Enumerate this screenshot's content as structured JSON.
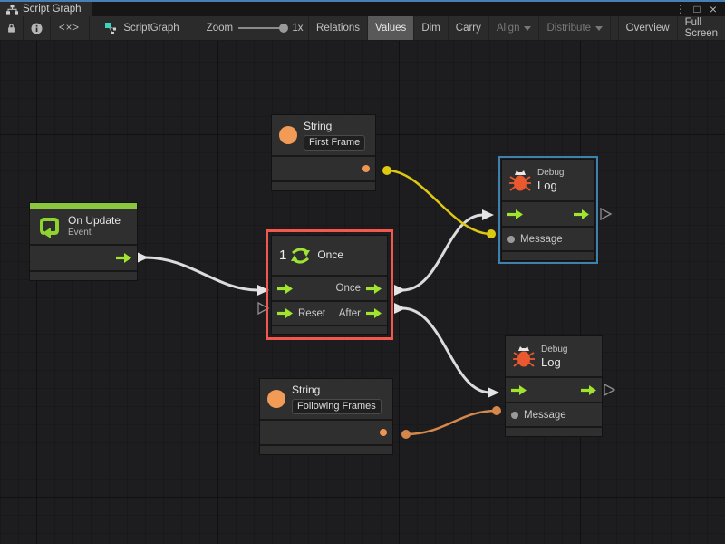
{
  "window": {
    "tab_title": "Script Graph",
    "controls": {
      "menu": "⋮",
      "maximize": "□",
      "close": "×"
    }
  },
  "toolbar": {
    "brackets_glyph": "<×>",
    "graph_name": "ScriptGraph",
    "zoom_label": "Zoom",
    "zoom_value": "1x",
    "buttons": [
      {
        "label": "Relations",
        "state": "normal"
      },
      {
        "label": "Values",
        "state": "active"
      },
      {
        "label": "Dim",
        "state": "normal"
      },
      {
        "label": "Carry",
        "state": "normal"
      },
      {
        "label": "Align",
        "state": "disabled-dropdown"
      },
      {
        "label": "Distribute",
        "state": "disabled-dropdown"
      },
      {
        "label": "Overview",
        "state": "normal"
      },
      {
        "label": "Full Screen",
        "state": "normal"
      }
    ]
  },
  "colors": {
    "flow_green": "#a0e42e",
    "event_green": "#8cc63f",
    "value_orange": "#ee9554",
    "wire_white": "#dcdcdc",
    "wire_yellow": "#ddca10",
    "wire_orange": "#d6874a",
    "selection_red": "#f4574b",
    "selection_blue": "#3f81ad",
    "bug_red": "#e9582e"
  },
  "graph": {
    "nodes": [
      {
        "id": "string-first-frame",
        "title": "String",
        "value": "First Frame"
      },
      {
        "id": "debug-log-top",
        "title": "Debug",
        "subtitle": "Log",
        "port": "Message",
        "selected": "blue"
      },
      {
        "id": "on-update",
        "title": "On Update",
        "subtitle": "Event"
      },
      {
        "id": "once",
        "badge": "1",
        "title": "Once",
        "out1": "Once",
        "in2": "Reset",
        "out2": "After",
        "selected": "red"
      },
      {
        "id": "string-following-frames",
        "title": "String",
        "value": "Following Frames"
      },
      {
        "id": "debug-log-bottom",
        "title": "Debug",
        "subtitle": "Log",
        "port": "Message"
      }
    ],
    "wires": [
      {
        "from": "on-update.exit",
        "to": "once.enter",
        "type": "control",
        "color": "#dcdcdc"
      },
      {
        "from": "once.once",
        "to": "debug-log-top.enter",
        "type": "control",
        "color": "#dcdcdc"
      },
      {
        "from": "once.after",
        "to": "debug-log-bottom.enter",
        "type": "control",
        "color": "#dcdcdc"
      },
      {
        "from": "string-first-frame.out",
        "to": "debug-log-top.message",
        "type": "value",
        "color": "#ddca10"
      },
      {
        "from": "string-following-frames.out",
        "to": "debug-log-bottom.message",
        "type": "value",
        "color": "#d6874a"
      }
    ]
  }
}
